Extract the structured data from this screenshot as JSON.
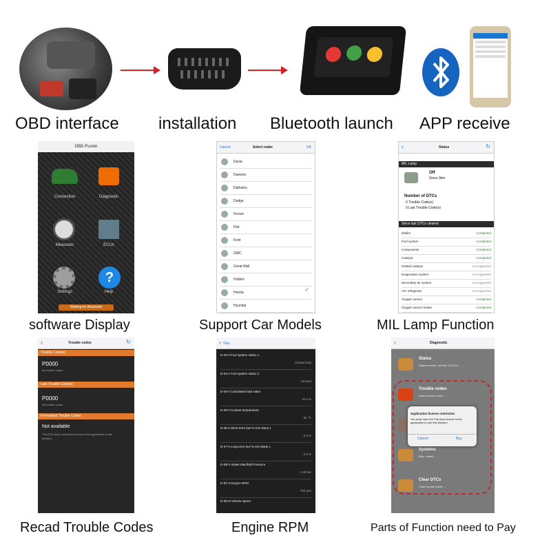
{
  "captions": {
    "obd_interface": "OBD interface",
    "installation": "installation",
    "bluetooth_launch": "Bluetooth launch",
    "app_receive": "APP receive",
    "software_display": "software Display",
    "support_car_models": "Support Car Models",
    "mil_lamp_function": "MIL Lamp Function",
    "recad_trouble_codes": "Recad Trouble Codes",
    "engine_rpm": "Engine RPM",
    "parts_of_function": "Parts of Function need to Pay"
  },
  "obd_fusion": {
    "title": "OBD-Fusion",
    "tiles": [
      "Connection",
      "Diagnostic",
      "Measures",
      "ECUs",
      "Settings",
      "Help"
    ],
    "footer": "Waiting for Bluetooth"
  },
  "car_models": {
    "cancel": "Cancel",
    "title": "Select make",
    "ok": "OK",
    "makes": [
      "Dacia",
      "Daewoo",
      "Daihatsu",
      "Dodge",
      "Ferrari",
      "Fiat",
      "Ford",
      "GMC",
      "Great Wall",
      "Holden",
      "Honda",
      "Hyundai"
    ]
  },
  "mil": {
    "title": "Status",
    "section": "MIL Lamp",
    "off": "Off",
    "since": "Since 0km",
    "dtc_title": "Number of DTCs",
    "dtc_1": "0 Trouble Code(s)",
    "dtc_2": "0 Last Trouble Code(s)",
    "since_cleared": "Since last DTCs cleared",
    "rows": [
      {
        "name": "Misfire",
        "status": "Completed"
      },
      {
        "name": "Fuel system",
        "status": "Completed"
      },
      {
        "name": "Components",
        "status": "Completed"
      },
      {
        "name": "Catalyst",
        "status": "Completed"
      },
      {
        "name": "Heated catalyst",
        "status": "not supported"
      },
      {
        "name": "Evaporative system",
        "status": "not supported"
      },
      {
        "name": "Secondary air system",
        "status": "not supported"
      },
      {
        "name": "A/C refrigerant",
        "status": "not supported"
      },
      {
        "name": "Oxygen sensor",
        "status": "Completed"
      },
      {
        "name": "Oxygen sensor heater",
        "status": "Completed"
      }
    ]
  },
  "trouble": {
    "title": "Trouble codes",
    "sec1": "Trouble Code(s)",
    "code1": "P0000",
    "code1_sub": "No trouble codes",
    "sec2": "Last Trouble Code(s)",
    "code2": "P0000",
    "code2_sub": "No trouble codes",
    "sec3": "Permanent Trouble Codes",
    "na": "Not available",
    "na_sub": "The ECU does not permit access to the application or this function."
  },
  "engine": {
    "back": "Tiles",
    "rows": [
      {
        "label": "D-03-0 Fuel system status 1",
        "value": "Closed loop"
      },
      {
        "label": "D-03-1 Fuel system status 2",
        "value": "Unused"
      },
      {
        "label": "D-04-0 Calculated load value",
        "value": "10.4 %"
      },
      {
        "label": "D-05-0 Coolant temperature",
        "value": "81 °C"
      },
      {
        "label": "D-06-0 Short term fuel % trim Bank 1",
        "value": "-3.9 %"
      },
      {
        "label": "D-07-0 Long term fuel % trim Bank 1",
        "value": "-3.9 %"
      },
      {
        "label": "D-0B-0 Intake Manifold Pressure",
        "value": "2.39 bar"
      },
      {
        "label": "D-0C-0 Engine RPM",
        "value": "755 rpm"
      },
      {
        "label": "D-0D-0 Vehicle speed",
        "value": ""
      }
    ]
  },
  "diag": {
    "title": "Diagnostic",
    "items": [
      {
        "title": "Status",
        "sub": "Status monitor, number of DTCs, ..."
      },
      {
        "title": "Trouble codes",
        "sub": "Read trouble codes, ..."
      },
      {
        "title": "Freeze Frames",
        "sub": "..."
      },
      {
        "title": "Systems",
        "sub": "Misc. status ..."
      },
      {
        "title": "Clear DTCs",
        "sub": "Clear trouble codes ..."
      }
    ],
    "dialog_title": "Application license restriction",
    "dialog_body": "You must have the Premium license to the application to use this function.",
    "cancel": "Cancel",
    "buy": "Buy"
  },
  "colors": {
    "arrow": "#d92020",
    "orange": "#e07a2c",
    "bluetooth": "#1565c0",
    "dashed": "#c62828"
  }
}
